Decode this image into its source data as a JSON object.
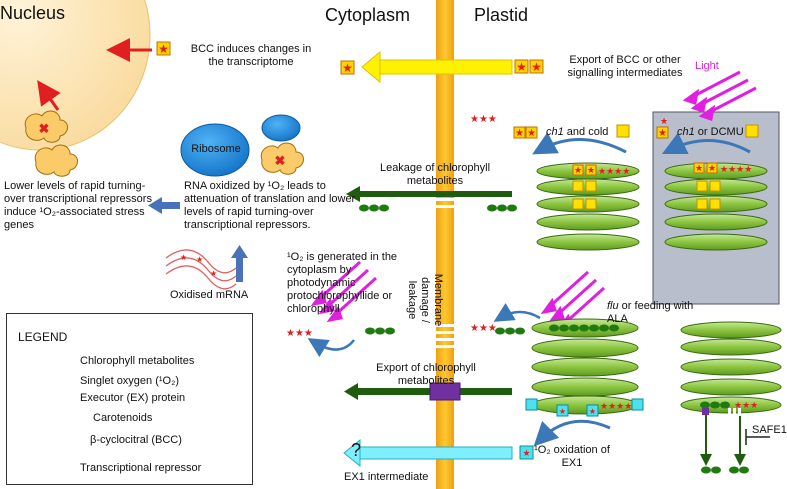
{
  "headers": {
    "nucleus": "Nucleus",
    "cytoplasm": "Cytoplasm",
    "plastid": "Plastid"
  },
  "labels": {
    "bcc_induces": "BCC induces changes in the transcriptome",
    "export_bcc": "Export of BCC or other signalling intermediates",
    "light": "Light",
    "ch1_cold_prefix": "ch1",
    "ch1_cold_suffix": " and cold",
    "ch1_dcmu_prefix": "ch1",
    "ch1_dcmu_suffix": " or DCMU",
    "ribosome": "Ribosome",
    "leakage": "Leakage of chlorophyll metabolites",
    "rna_oxidized": "RNA oxidized by ¹O₂ leads to attenuation of translation and lower levels of rapid turning-over transcriptional repressors.",
    "lower_levels": "Lower levels of rapid turning-over transcriptional repressors induce ¹O₂-associated stress genes",
    "oxidised_mrna": "Oxidised mRNA",
    "o2_generated": "¹O₂ is generated in the cytoplasm by photodynamic protochlorophyllide or chlorophyll",
    "membrane_damage": "Membrane damage / leakage",
    "flu_prefix": "flu",
    "flu_suffix": " or feeding with ALA",
    "export_chlorophyll": "Export of chlorophyll metabolites",
    "o2_oxidation": "¹O₂ oxidation of EX1",
    "question": "?",
    "ex1_intermediate": "EX1 intermediate",
    "safe1": "SAFE1"
  },
  "legend": {
    "title": "LEGEND",
    "items": [
      "Chlorophyll metabolites",
      "Singlet oxygen (¹O₂)",
      "Executor (EX) protein",
      "Carotenoids",
      "β-cyclocitral (BCC)",
      "Transcriptional repressor"
    ]
  },
  "colors": {
    "membrane": "#F5B41A",
    "nucleus": "#FBE5B8",
    "ribosome": "#1E90E0",
    "chloroplast_green": "#8CC63F",
    "dark_green": "#1F5C10",
    "yellow_arrow": "#FFF200",
    "cyan_arrow": "#7FEFFF",
    "magenta": "#E020E0",
    "blue_arrow": "#4A72B8",
    "gray_panel": "#B8BECB",
    "red_arrow": "#E02020"
  }
}
